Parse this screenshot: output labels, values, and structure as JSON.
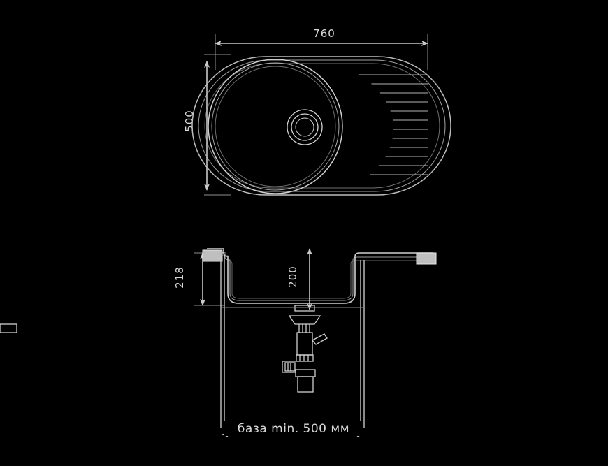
{
  "drawing": {
    "title": "Kitchen sink technical drawing",
    "background_color": "#000000",
    "line_color": "#d0d0d0",
    "text_color": "#d8d8d8"
  },
  "top_view": {
    "name": "Top view of oval sink with round bowl and drainboard",
    "width_dimension": "760",
    "height_dimension": "500",
    "units": "mm",
    "bowl": {
      "label": "round-bowl"
    },
    "drain": {
      "label": "drain-hole"
    },
    "drainboard": {
      "label": "drainboard-grooves",
      "groove_count": 12
    }
  },
  "section_view": {
    "name": "Cross section of sink showing depth and siphon",
    "height_dimension": "218",
    "depth_dimension": "200",
    "units": "mm",
    "siphon": {
      "label": "siphon-trap-assembly"
    },
    "cabinet": {
      "label": "cabinet-walls"
    }
  },
  "caption": {
    "base_note": "база min. 500 мм"
  }
}
